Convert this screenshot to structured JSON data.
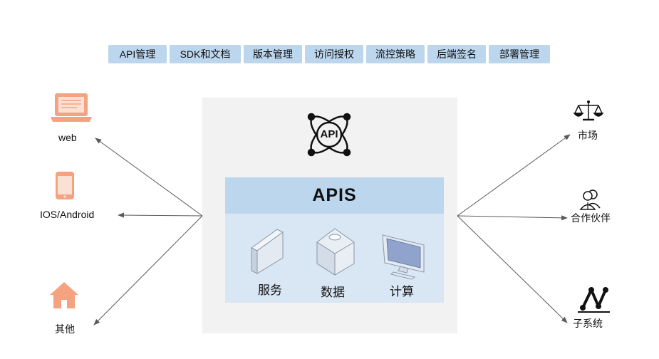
{
  "top_tags": [
    "API管理",
    "SDK和文档",
    "版本管理",
    "访问授权",
    "流控策略",
    "后端签名",
    "部署管理"
  ],
  "center": {
    "title": "APIS",
    "logo_text": "API",
    "components": [
      "服务",
      "数据",
      "计算"
    ]
  },
  "left_clients": [
    "web",
    "IOS/Android",
    "其他"
  ],
  "right_targets": [
    "市场",
    "合作伙伴",
    "子系统"
  ],
  "icons": {
    "left": [
      "laptop-icon",
      "phone-icon",
      "house-icon"
    ],
    "right": [
      "scales-icon",
      "people-icon",
      "network-icon"
    ],
    "center": [
      "atom-api-icon",
      "server-block-icon",
      "database-cylinder-icon",
      "monitor-icon"
    ]
  },
  "colors": {
    "tag_fill": "#bcd6ee",
    "center_box": "#f2f2f2",
    "apis_header": "#bcd6ee",
    "apis_body": "#d9e6f4",
    "client_icon": "#f4a27f",
    "arrow": "#595959"
  }
}
